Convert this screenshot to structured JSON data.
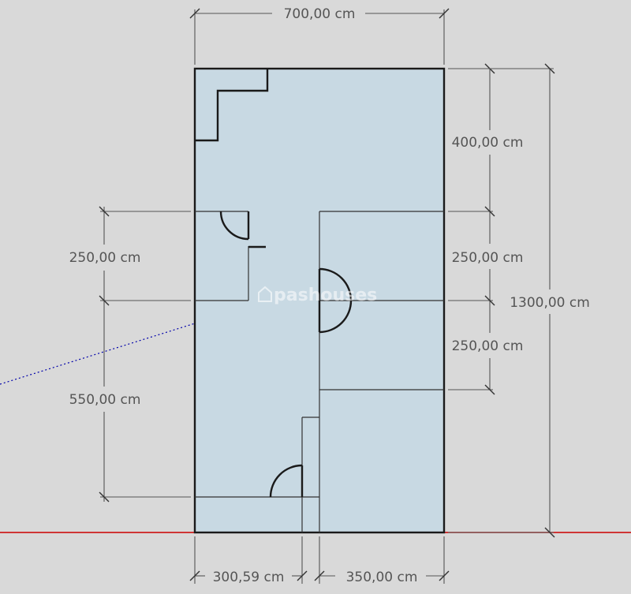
{
  "colors": {
    "background": "#d9d9d9",
    "floor": "#c8d9e3",
    "walls": "#1a1a1a",
    "dimension_lines": "#555555",
    "ground_line": "#cc0000",
    "guide_line": "#0000aa"
  },
  "dimensions": {
    "top_width": "700,00 cm",
    "right_upper": "400,00 cm",
    "right_middle": "250,00 cm",
    "right_lower": "250,00 cm",
    "total_height": "1300,00 cm",
    "left_upper": "250,00 cm",
    "left_lower": "550,00 cm",
    "bottom_left": "300,59 cm",
    "bottom_right": "350,00 cm"
  },
  "watermark": {
    "logo_icon": "house-outline-icon",
    "text": "pashouses"
  }
}
